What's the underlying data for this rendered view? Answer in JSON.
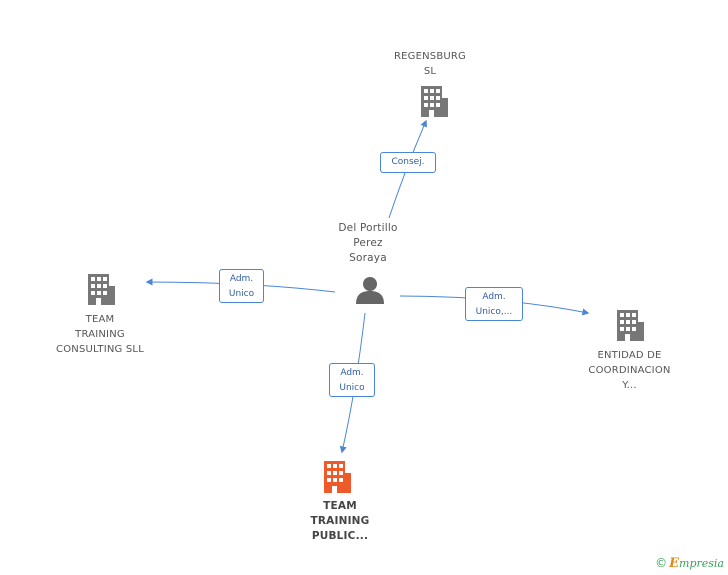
{
  "person": {
    "label_lines": [
      "Del Portillo",
      "Perez",
      "Soraya"
    ]
  },
  "companies": {
    "regensburg": {
      "label_lines": [
        "REGENSBURG",
        "SL"
      ]
    },
    "team_training_consulting": {
      "label_lines": [
        "TEAM",
        "TRAINING",
        "CONSULTING SLL"
      ]
    },
    "entidad": {
      "label_lines": [
        "ENTIDAD DE",
        "COORDINACION",
        "Y..."
      ]
    },
    "team_training_public": {
      "label_lines": [
        "TEAM",
        "TRAINING",
        "PUBLIC..."
      ]
    }
  },
  "edges": {
    "to_regensburg": {
      "label_lines": [
        "Consej."
      ]
    },
    "to_consulting": {
      "label_lines": [
        "Adm.",
        "Unico"
      ]
    },
    "to_entidad": {
      "label_lines": [
        "Adm.",
        "Unico,..."
      ]
    },
    "to_public": {
      "label_lines": [
        "Adm.",
        "Unico"
      ]
    }
  },
  "colors": {
    "building_default": "#777777",
    "building_main": "#ef5a2a",
    "person_icon": "#666666",
    "edge": "#4a86d8"
  },
  "footer": {
    "copyright": "©",
    "brand_initial": "E",
    "brand_rest": "mpresia"
  }
}
